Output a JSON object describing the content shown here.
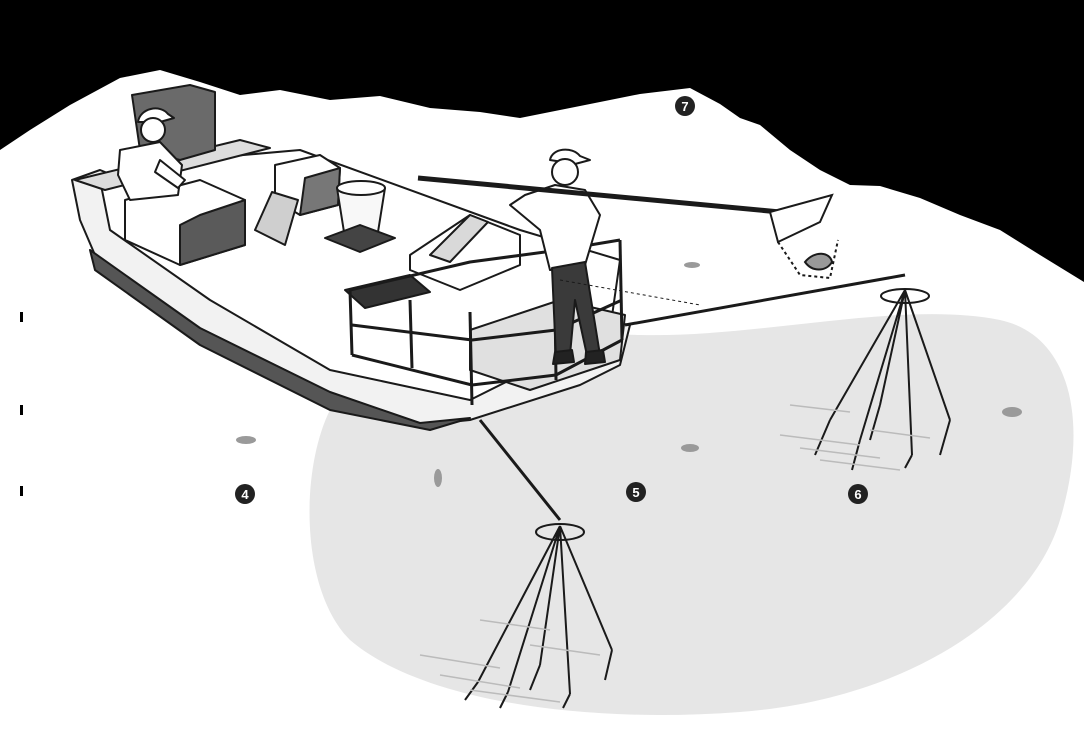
{
  "markers": [
    {
      "label": "4"
    },
    {
      "label": "5"
    },
    {
      "label": "6"
    },
    {
      "label": "7"
    }
  ],
  "colors": {
    "sky": "#000000",
    "water": "#ffffff",
    "shadow": "#e3e3e3",
    "line": "#1a1a1a",
    "boat_fill": "#f4f4f4",
    "dark_fill": "#4a4a4a",
    "mid_fill": "#8a8a8a",
    "marker_fill": "#222222"
  }
}
